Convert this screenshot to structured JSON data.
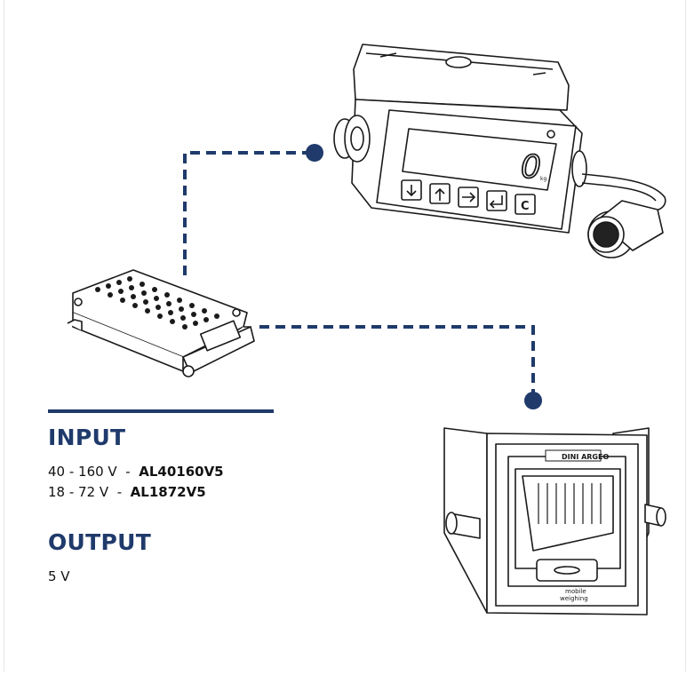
{
  "input": {
    "heading": "INPUT",
    "rows": [
      {
        "range": "40 - 160 V",
        "sep": "-",
        "code": "AL40160V5"
      },
      {
        "range": "18 - 72 V",
        "sep": "-",
        "code": "AL1872V5"
      }
    ]
  },
  "output": {
    "heading": "OUTPUT",
    "value": "5 V"
  },
  "display": {
    "reading": "0",
    "unit": "kg",
    "clear_key": "C"
  },
  "printer": {
    "brand": "DINI ARGEO",
    "tagline_1": "mobile",
    "tagline_2": "weighing"
  },
  "colors": {
    "accent": "#1f3a6b",
    "line_art": "#1a1a1a"
  },
  "icons": [
    "arrow-down-icon",
    "arrow-up-icon",
    "arrow-right-icon",
    "enter-icon"
  ]
}
